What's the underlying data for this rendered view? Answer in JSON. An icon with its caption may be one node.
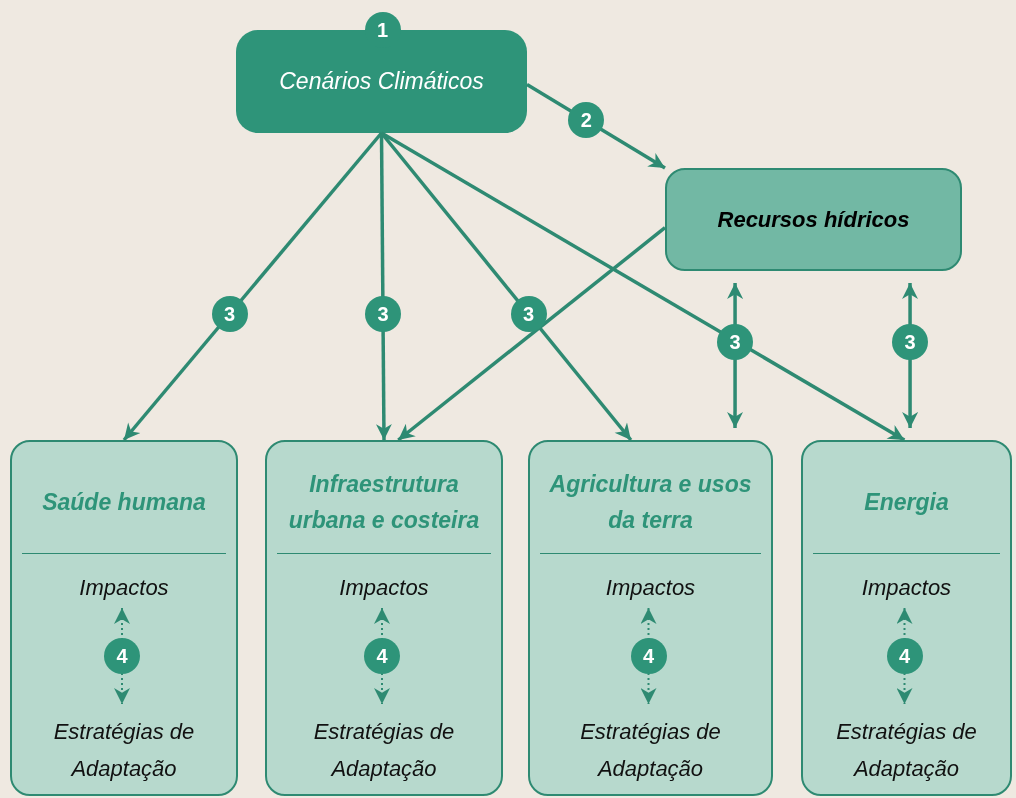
{
  "diagram": {
    "nodes": [
      {
        "text": [
          "Cenários Climáticos"
        ],
        "beside": [
          "1"
        ]
      },
      {
        "text": [
          "Recursos hídricos"
        ]
      },
      {
        "text": [
          "Saúde humana"
        ]
      },
      {
        "text": [
          "Impactos"
        ],
        "in": 2
      },
      {
        "text": [
          "Estratégias de Adaptação"
        ],
        "in": 2
      },
      {
        "text": [
          "Infraestrutura urbana e costeira"
        ]
      },
      {
        "text": [
          "Impactos"
        ],
        "in": 5
      },
      {
        "text": [
          "Estratégias de Adaptação"
        ],
        "in": 5
      },
      {
        "text": [
          "Agricultura e usos da terra"
        ]
      },
      {
        "text": [
          "Impactos"
        ],
        "in": 8
      },
      {
        "text": [
          "Estratégias de Adaptação"
        ],
        "in": 8
      },
      {
        "text": [
          "Energia"
        ]
      },
      {
        "text": [
          "Impactos"
        ],
        "in": 11
      },
      {
        "text": [
          "Estratégias de Adaptação"
        ],
        "in": 11
      }
    ],
    "edges": [
      {
        "from": 0,
        "to": 1,
        "arrow": "to",
        "label": "2"
      },
      {
        "from": 0,
        "to": 2,
        "arrow": "to",
        "label": "3"
      },
      {
        "from": 0,
        "to": 5,
        "arrow": "to",
        "label": "3"
      },
      {
        "from": 0,
        "to": 8,
        "arrow": "to",
        "label": "3"
      },
      {
        "from": 0,
        "to": 11,
        "arrow": "to"
      },
      {
        "from": 1,
        "to": 5,
        "arrow": "to"
      },
      {
        "from": 1,
        "to": 8,
        "arrow": "both",
        "label": "3"
      },
      {
        "from": 1,
        "to": 11,
        "arrow": "both",
        "label": "3"
      },
      {
        "from": 3,
        "to": 4,
        "arrow": "both",
        "label": "4",
        "style": "dashed"
      },
      {
        "from": 6,
        "to": 7,
        "arrow": "both",
        "label": "4",
        "style": "dashed"
      },
      {
        "from": 9,
        "to": 10,
        "arrow": "both",
        "label": "4",
        "style": "dashed"
      },
      {
        "from": 12,
        "to": 13,
        "arrow": "both",
        "label": "4",
        "style": "dashed"
      }
    ]
  }
}
